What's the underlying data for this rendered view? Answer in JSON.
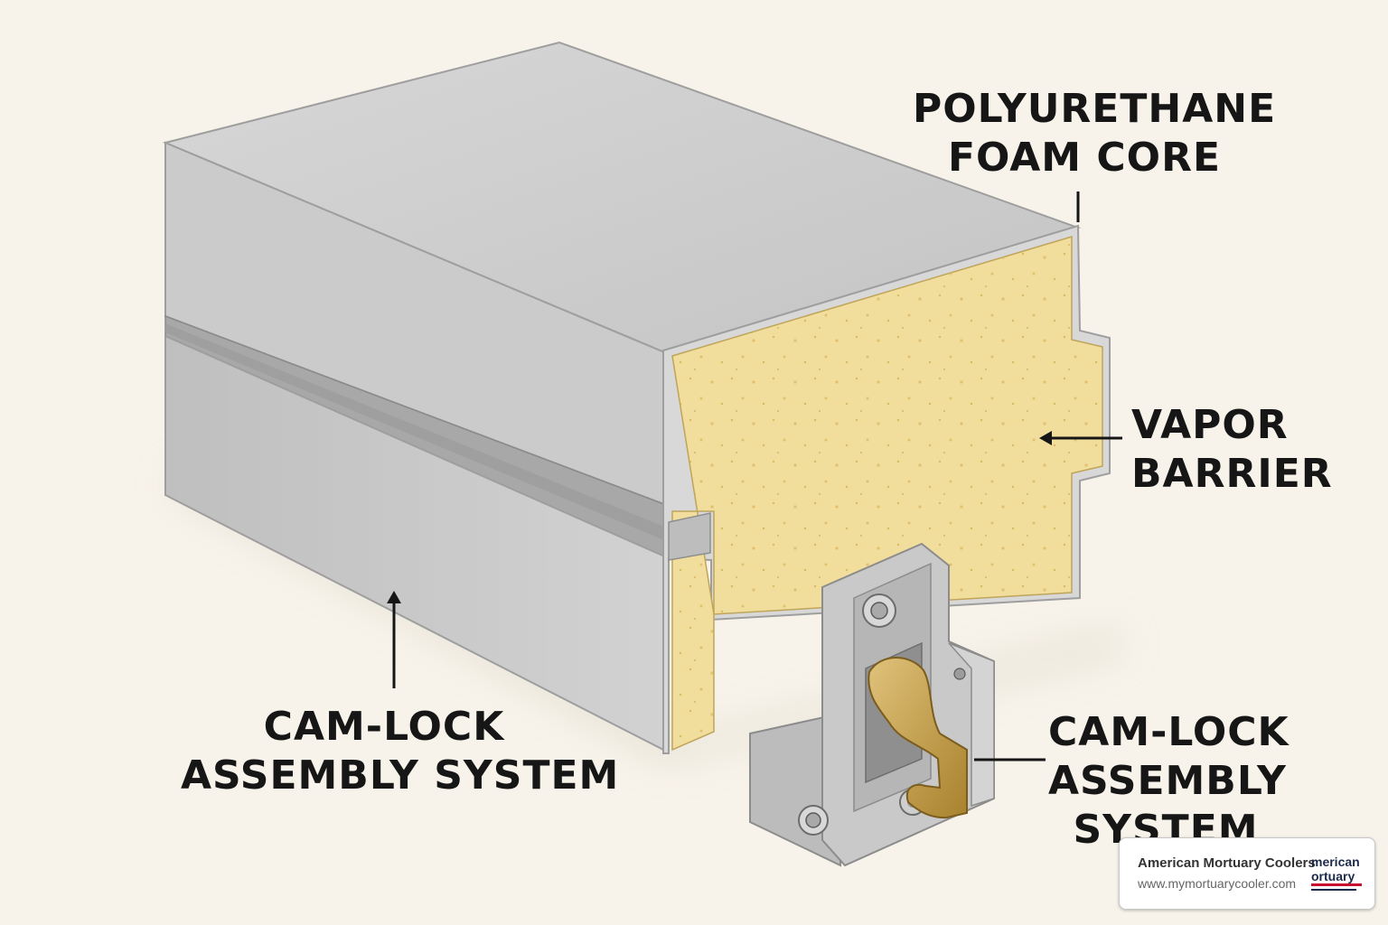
{
  "labels": {
    "foam_core": [
      "POLYURETHANE",
      "FOAM CORE"
    ],
    "vapor_barrier": [
      "VAPOR",
      "BARRIER"
    ],
    "cam_lock_left": [
      "CAM-LOCK",
      "ASSEMBLY SYSTEM"
    ],
    "cam_lock_right": [
      "CAM-LOCK",
      "ASSEMBLY",
      "SYSTEM"
    ]
  },
  "badge": {
    "name": "American Mortuary Coolers",
    "url": "www.mymortuarycooler.com",
    "logo_line1": "merican",
    "logo_line2": "ortuary"
  },
  "colors": {
    "background": "#f7f3ea",
    "metal": "#c9c9c9",
    "foam": "#f1dd9c",
    "cam": "#c9a44a",
    "text": "#161616"
  }
}
